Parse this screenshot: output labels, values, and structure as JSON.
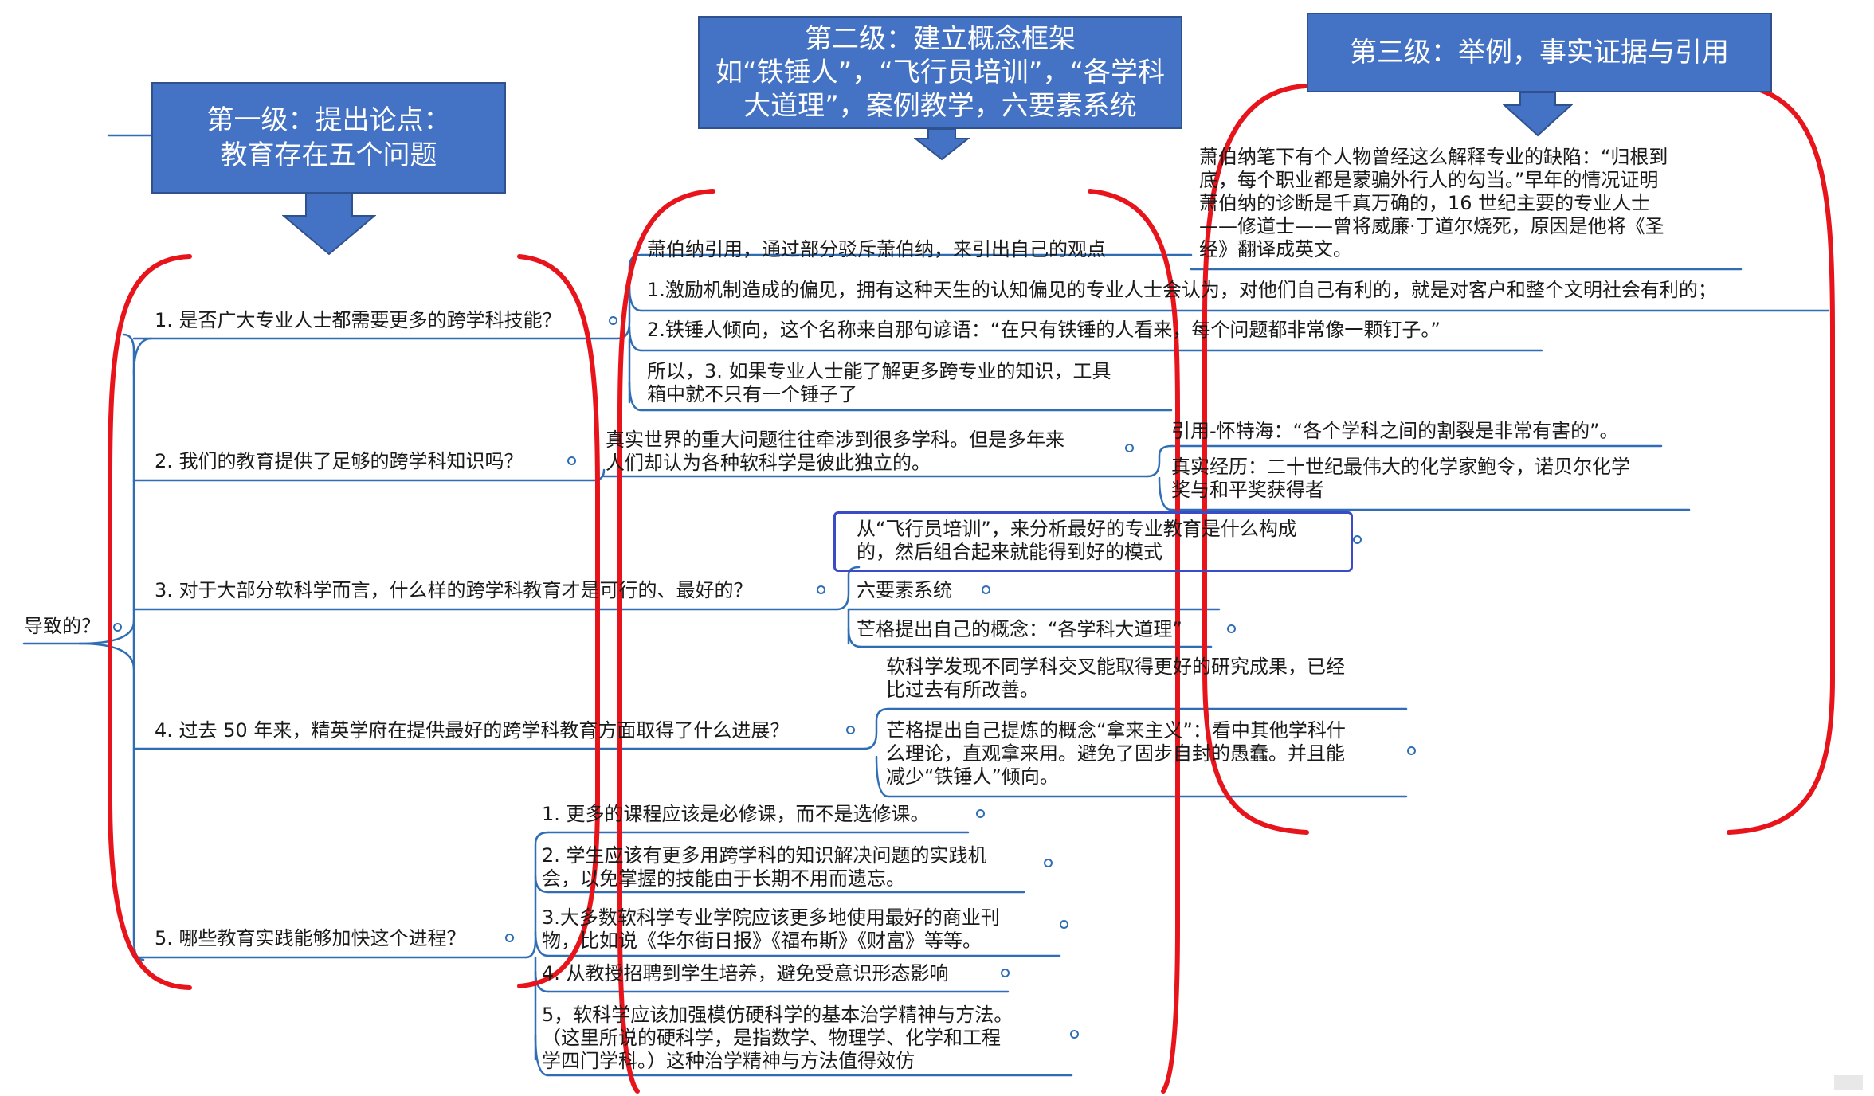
{
  "callouts": {
    "level1": {
      "lines": [
        "第一级：提出论点：",
        "教育存在五个问题"
      ]
    },
    "level2": {
      "lines": [
        "第二级：建立概念框架",
        "如“铁锤人”，“飞行员培训”，“各学科",
        "大道理”，案例教学，六要素系统"
      ]
    },
    "level3": {
      "lines": [
        "第三级：举例，事实证据与引用"
      ]
    }
  },
  "root": {
    "label": "导致的？"
  },
  "questions": [
    {
      "label": "1. 是否广大专业人士都需要更多的跨学科技能？"
    },
    {
      "label": "2. 我们的教育提供了足够的跨学科知识吗？"
    },
    {
      "label": "3. 对于大部分软科学而言，什么样的跨学科教育才是可行的、最好的？"
    },
    {
      "label": "4. 过去 50 年来，精英学府在提供最好的跨学科教育方面取得了什么进展？"
    },
    {
      "label": "5. 哪些教育实践能够加快这个进程？"
    }
  ],
  "q1_children": [
    {
      "lines": [
        "萧伯纳引用，通过部分驳斥萧伯纳，来引出自己的观点"
      ]
    },
    {
      "lines": [
        "1.激励机制造成的偏见，拥有这种天生的认知偏见的专业人士会认为，对他们自己有利的，就是对客户和整个文明社会有利的；"
      ]
    },
    {
      "lines": [
        "2.铁锤人倾向，这个名称来自那句谚语：“在只有铁锤的人看来，每个问题都非常像一颗钉子。”"
      ]
    },
    {
      "lines": [
        "所以，3. 如果专业人士能了解更多跨专业的知识，工具",
        "箱中就不只有一个锤子了"
      ]
    }
  ],
  "shaw_quote": {
    "lines": [
      "萧伯纳笔下有个人物曾经这么解释专业的缺陷：“归根到",
      "底，每个职业都是蒙骗外行人的勾当。”早年的情况证明",
      "萧伯纳的诊断是千真万确的，16 世纪主要的专业人士",
      "——修道士——曾将威廉·丁道尔烧死，原因是他将《圣",
      "经》翻译成英文。"
    ]
  },
  "q2_child": {
    "lines": [
      "真实世界的重大问题往往牵涉到很多学科。但是多年来",
      "人们却认为各种软科学是彼此独立的。"
    ]
  },
  "q2_evidence": [
    {
      "lines": [
        "引用-怀特海：“各个学科之间的割裂是非常有害的”。"
      ]
    },
    {
      "lines": [
        "真实经历：二十世纪最伟大的化学家鲍令，诺贝尔化学",
        "奖与和平奖获得者"
      ]
    }
  ],
  "q3_children": [
    {
      "lines": [
        "从“飞行员培训”，来分析最好的专业教育是什么构成",
        "的，然后组合起来就能得到好的模式"
      ]
    },
    {
      "lines": [
        "六要素系统"
      ]
    },
    {
      "lines": [
        "芒格提出自己的概念：“各学科大道理”"
      ]
    }
  ],
  "q4_children": [
    {
      "lines": [
        "软科学发现不同学科交叉能取得更好的研究成果，已经",
        "比过去有所改善。"
      ]
    },
    {
      "lines": [
        "芒格提出自己提炼的概念“拿来主义”：看中其他学科什",
        "么理论，直观拿来用。避免了固步自封的愚蠢。并且能",
        "减少“铁锤人”倾向。"
      ]
    }
  ],
  "q5_children": [
    {
      "lines": [
        "1. 更多的课程应该是必修课，而不是选修课。"
      ]
    },
    {
      "lines": [
        "2. 学生应该有更多用跨学科的知识解决问题的实践机",
        "会，以免掌握的技能由于长期不用而遗忘。"
      ]
    },
    {
      "lines": [
        "3.大多数软科学专业学院应该更多地使用最好的商业刊",
        "物，比如说《华尔街日报》《福布斯》《财富》等等。"
      ]
    },
    {
      "lines": [
        "4. 从教授招聘到学生培养，避免受意识形态影响"
      ]
    },
    {
      "lines": [
        "5，软科学应该加强模仿硬科学的基本治学精神与方法。",
        "（这里所说的硬科学，是指数学、物理学、化学和工程",
        "学四门学科。）这种治学精神与方法值得效仿"
      ]
    }
  ],
  "colors": {
    "callout_fill": "#4472c4",
    "callout_border": "#2f528f",
    "bracket": "#e8141b",
    "branch": "#2f6db5",
    "highlight_box": "#3b4bc8",
    "text": "#1a1a1a"
  }
}
